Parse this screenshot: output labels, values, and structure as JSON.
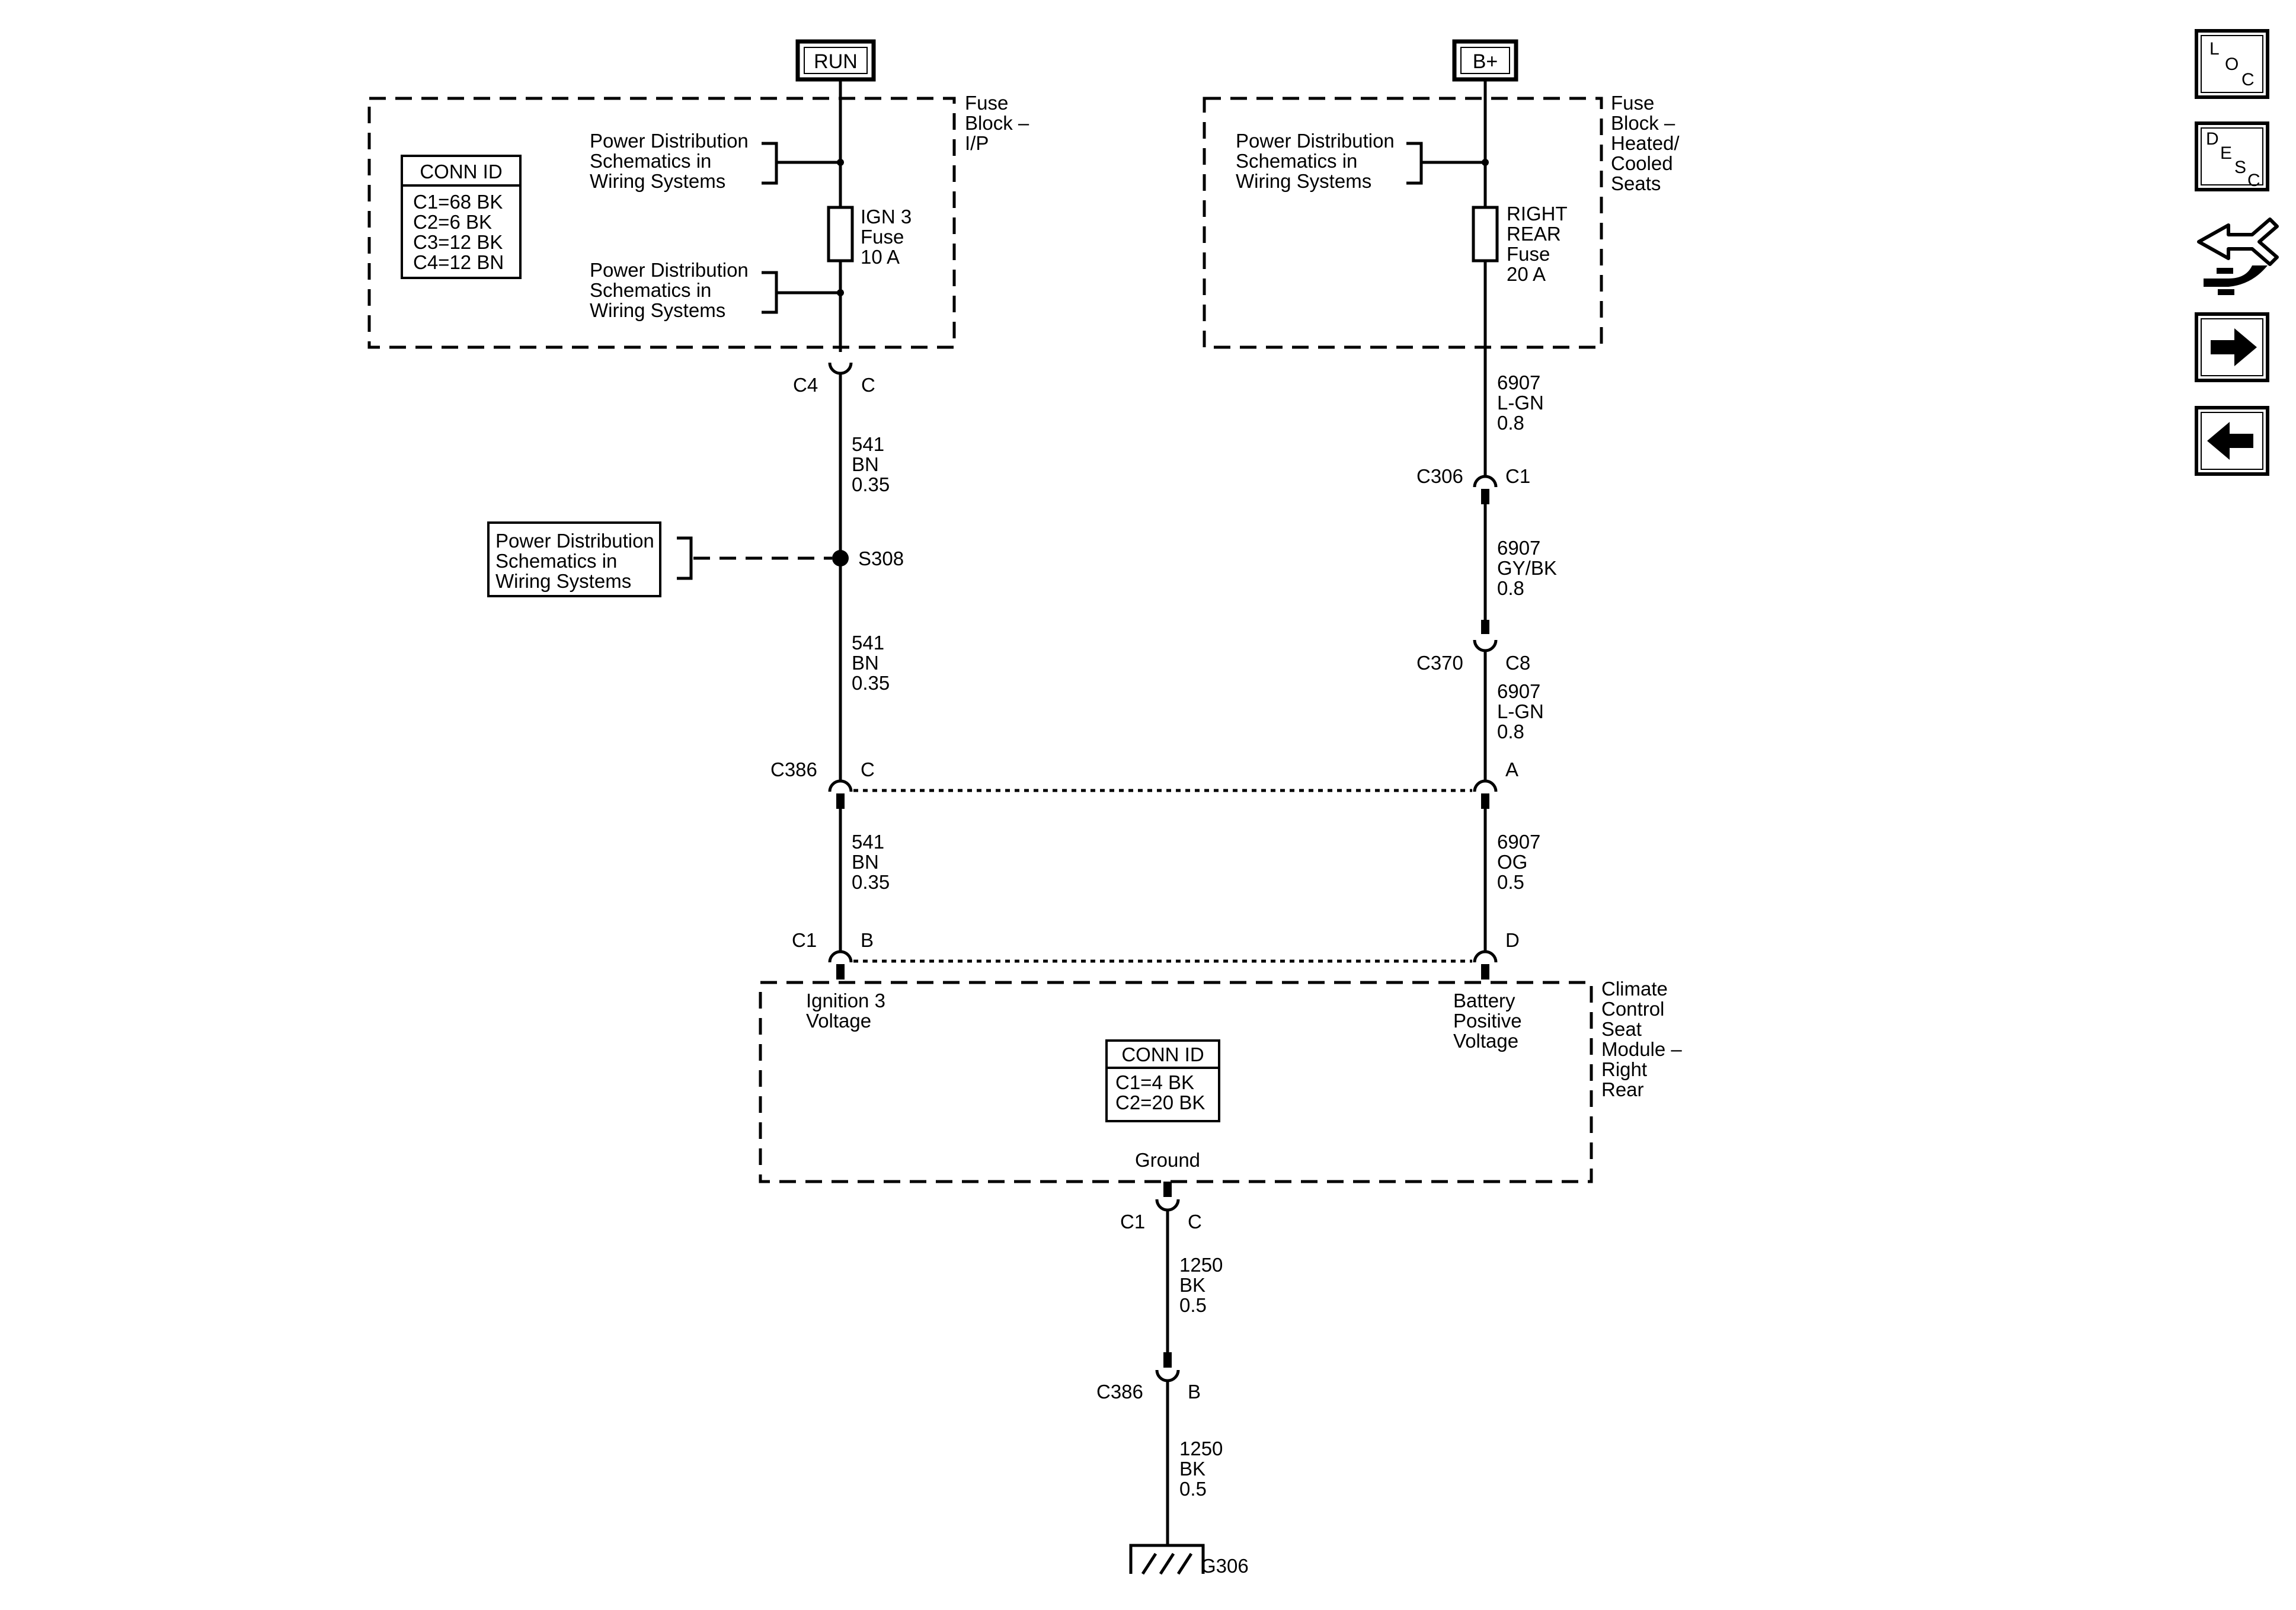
{
  "power": {
    "run": "RUN",
    "bplus": "B+"
  },
  "fuse_block_ip": {
    "title": [
      "Fuse",
      "Block –",
      "I/P"
    ],
    "conn_id_title": "CONN ID",
    "conn_id": [
      "C1=68 BK",
      "C2=6 BK",
      "C3=12 BK",
      "C4=12 BN"
    ],
    "ref_top": [
      "Power Distribution",
      "Schematics in",
      "Wiring Systems"
    ],
    "ref_bottom": [
      "Power Distribution",
      "Schematics in",
      "Wiring Systems"
    ],
    "fuse": [
      "IGN 3",
      "Fuse",
      "10 A"
    ]
  },
  "fuse_block_seats": {
    "title": [
      "Fuse",
      "Block –",
      "Heated/",
      "Cooled",
      "Seats"
    ],
    "ref": [
      "Power Distribution",
      "Schematics in",
      "Wiring Systems"
    ],
    "fuse": [
      "RIGHT",
      "REAR",
      "Fuse",
      "20 A"
    ]
  },
  "left_circuit": {
    "c4": {
      "name": "C4",
      "pin": "C"
    },
    "wire1": [
      "541",
      "BN",
      "0.35"
    ],
    "splice": "S308",
    "splice_ref": [
      "Power Distribution",
      "Schematics in",
      "Wiring Systems"
    ],
    "wire2": [
      "541",
      "BN",
      "0.35"
    ],
    "c386": {
      "name": "C386",
      "pin": "C"
    },
    "wire3": [
      "541",
      "BN",
      "0.35"
    ],
    "c1": {
      "name": "C1",
      "pin": "B"
    }
  },
  "right_circuit": {
    "wire1": [
      "6907",
      "L-GN",
      "0.8"
    ],
    "c306": {
      "name": "C306",
      "pin": "C1"
    },
    "wire2": [
      "6907",
      "GY/BK",
      "0.8"
    ],
    "c370": {
      "name": "C370",
      "pin": "C8"
    },
    "wire3": [
      "6907",
      "L-GN",
      "0.8"
    ],
    "c386_pin": "A",
    "wire4": [
      "6907",
      "OG",
      "0.5"
    ],
    "c1_pin": "D"
  },
  "module": {
    "title": [
      "Climate",
      "Control",
      "Seat",
      "Module –",
      "Right",
      "Rear"
    ],
    "ignition": [
      "Ignition 3",
      "Voltage"
    ],
    "battery": [
      "Battery",
      "Positive",
      "Voltage"
    ],
    "conn_id_title": "CONN ID",
    "conn_id": [
      "C1=4 BK",
      "C2=20 BK"
    ],
    "ground": "Ground"
  },
  "ground_circuit": {
    "c1": {
      "name": "C1",
      "pin": "C"
    },
    "wire1": [
      "1250",
      "BK",
      "0.5"
    ],
    "c386": {
      "name": "C386",
      "pin": "B"
    },
    "wire2": [
      "1250",
      "BK",
      "0.5"
    ],
    "ground": "G306"
  },
  "nav": {
    "loc": [
      "L",
      "O",
      "C"
    ],
    "desc": [
      "D",
      "E",
      "S",
      "C"
    ]
  }
}
